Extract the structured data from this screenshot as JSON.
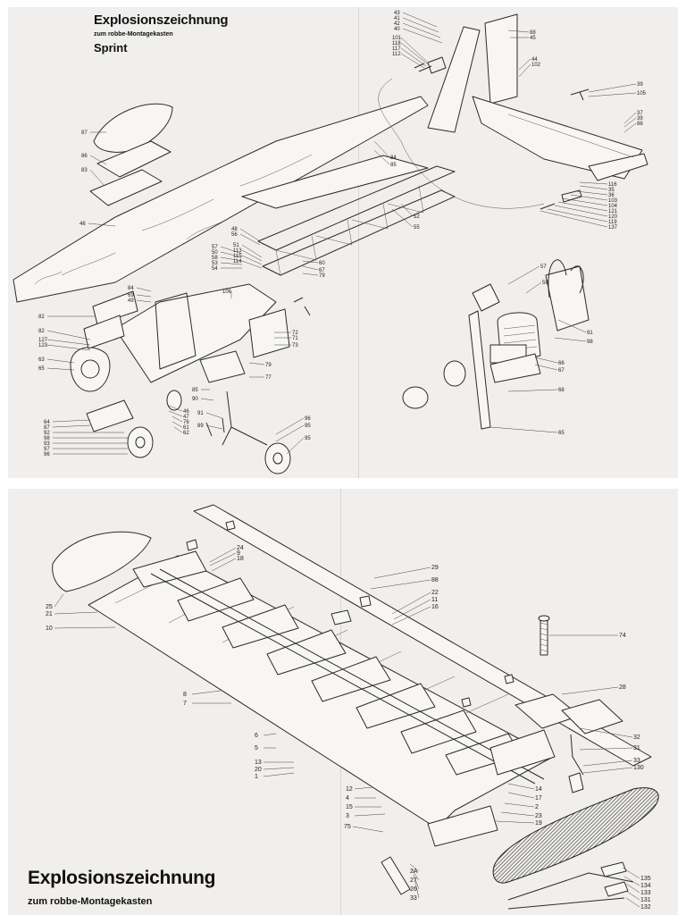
{
  "top_sheet": {
    "title": "Explosionszeichnung",
    "subtitle": "zum robbe-Montagekasten",
    "model_name": "Sprint",
    "callouts": [
      {
        "label": "43"
      },
      {
        "label": "41"
      },
      {
        "label": "42"
      },
      {
        "label": "40"
      },
      {
        "label": "101"
      },
      {
        "label": "118"
      },
      {
        "label": "117"
      },
      {
        "label": "112"
      },
      {
        "label": "88"
      },
      {
        "label": "45"
      },
      {
        "label": "44"
      },
      {
        "label": "102"
      },
      {
        "label": "39"
      },
      {
        "label": "105"
      },
      {
        "label": "37"
      },
      {
        "label": "39"
      },
      {
        "label": "88"
      },
      {
        "label": "87"
      },
      {
        "label": "86"
      },
      {
        "label": "83"
      },
      {
        "label": "84"
      },
      {
        "label": "85"
      },
      {
        "label": "46"
      },
      {
        "label": "116"
      },
      {
        "label": "35"
      },
      {
        "label": "36"
      },
      {
        "label": "103"
      },
      {
        "label": "104"
      },
      {
        "label": "121"
      },
      {
        "label": "120"
      },
      {
        "label": "119"
      },
      {
        "label": "137"
      },
      {
        "label": "52"
      },
      {
        "label": "55"
      },
      {
        "label": "48"
      },
      {
        "label": "56"
      },
      {
        "label": "57"
      },
      {
        "label": "50"
      },
      {
        "label": "58"
      },
      {
        "label": "53"
      },
      {
        "label": "54"
      },
      {
        "label": "51"
      },
      {
        "label": "113"
      },
      {
        "label": "115"
      },
      {
        "label": "114"
      },
      {
        "label": "60"
      },
      {
        "label": "67"
      },
      {
        "label": "79"
      },
      {
        "label": "84"
      },
      {
        "label": "69"
      },
      {
        "label": "49"
      },
      {
        "label": "106"
      },
      {
        "label": "82"
      },
      {
        "label": "82"
      },
      {
        "label": "127"
      },
      {
        "label": "123"
      },
      {
        "label": "63"
      },
      {
        "label": "65"
      },
      {
        "label": "72"
      },
      {
        "label": "71"
      },
      {
        "label": "73"
      },
      {
        "label": "79"
      },
      {
        "label": "77"
      },
      {
        "label": "85"
      },
      {
        "label": "90"
      },
      {
        "label": "91"
      },
      {
        "label": "89"
      },
      {
        "label": "96"
      },
      {
        "label": "95"
      },
      {
        "label": "95"
      },
      {
        "label": "64"
      },
      {
        "label": "87"
      },
      {
        "label": "92"
      },
      {
        "label": "98"
      },
      {
        "label": "93"
      },
      {
        "label": "97"
      },
      {
        "label": "96"
      },
      {
        "label": "46"
      },
      {
        "label": "47"
      },
      {
        "label": "76"
      },
      {
        "label": "61"
      },
      {
        "label": "62"
      },
      {
        "label": "57"
      },
      {
        "label": "59"
      },
      {
        "label": "91"
      },
      {
        "label": "98"
      },
      {
        "label": "66"
      },
      {
        "label": "67"
      },
      {
        "label": "68"
      },
      {
        "label": "65"
      }
    ]
  },
  "bottom_sheet": {
    "title": "Explosionszeichnung",
    "subtitle": "zum robbe-Montagekasten",
    "callouts": [
      {
        "label": "24"
      },
      {
        "label": "9"
      },
      {
        "label": "18"
      },
      {
        "label": "25"
      },
      {
        "label": "21"
      },
      {
        "label": "10"
      },
      {
        "label": "29"
      },
      {
        "label": "88"
      },
      {
        "label": "22"
      },
      {
        "label": "11"
      },
      {
        "label": "16"
      },
      {
        "label": "74"
      },
      {
        "label": "28"
      },
      {
        "label": "8"
      },
      {
        "label": "7"
      },
      {
        "label": "6"
      },
      {
        "label": "5"
      },
      {
        "label": "13"
      },
      {
        "label": "20"
      },
      {
        "label": "1"
      },
      {
        "label": "32"
      },
      {
        "label": "31"
      },
      {
        "label": "33"
      },
      {
        "label": "130"
      },
      {
        "label": "12"
      },
      {
        "label": "4"
      },
      {
        "label": "15"
      },
      {
        "label": "3"
      },
      {
        "label": "14"
      },
      {
        "label": "17"
      },
      {
        "label": "2"
      },
      {
        "label": "23"
      },
      {
        "label": "19"
      },
      {
        "label": "75"
      },
      {
        "label": "2A"
      },
      {
        "label": "27"
      },
      {
        "label": "26"
      },
      {
        "label": "33"
      },
      {
        "label": "135"
      },
      {
        "label": "134"
      },
      {
        "label": "133"
      },
      {
        "label": "131"
      },
      {
        "label": "132"
      }
    ]
  }
}
